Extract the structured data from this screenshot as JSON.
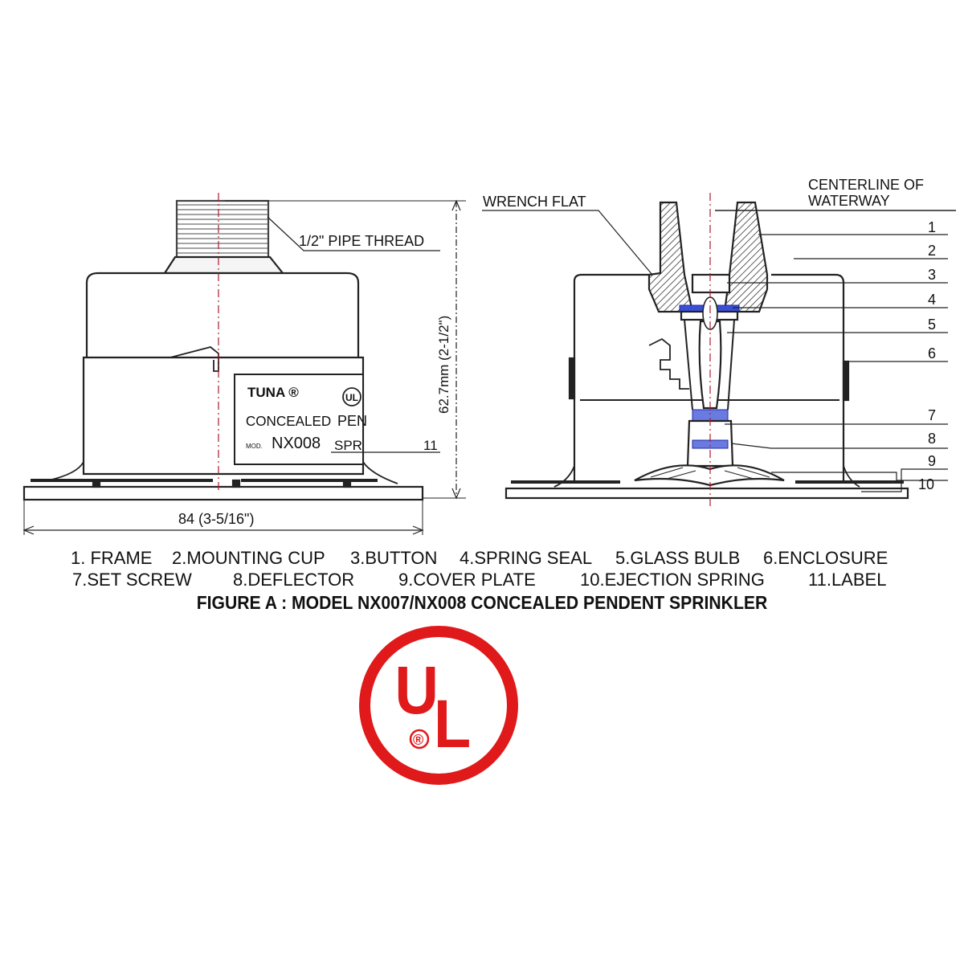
{
  "left_view": {
    "pipe_thread_label": "1/2\" PIPE THREAD",
    "height_dimension": "62.7mm (2-1/2\")",
    "width_dimension": "84 (3-5/16\")",
    "label_plate": {
      "brand": "TUNA ®",
      "line1": "CONCEALED",
      "line1_cut": "PEN",
      "model_prefix": "MOD.",
      "model": "NX008",
      "line2_cut": "SPR",
      "callout": "11"
    },
    "ul_small": "UL"
  },
  "right_view": {
    "wrench_flat_label": "WRENCH FLAT",
    "centerline_label_line1": "CENTERLINE OF",
    "centerline_label_line2": "WATERWAY",
    "callouts": [
      "1",
      "2",
      "3",
      "4",
      "5",
      "6",
      "7",
      "8",
      "9",
      "10"
    ]
  },
  "legend": {
    "row1": [
      "1. FRAME",
      "2.MOUNTING CUP",
      "3.BUTTON",
      "4.SPRING SEAL",
      "5.GLASS BULB",
      "6.ENCLOSURE"
    ],
    "row2": [
      "7.SET SCREW",
      "8.DEFLECTOR",
      "9.COVER PLATE",
      "10.EJECTION SPRING",
      "11.LABEL"
    ]
  },
  "caption": "FIGURE A : MODEL NX007/NX008 CONCEALED PENDENT SPRINKLER",
  "ul_logo": {
    "text": "UL",
    "registered_mark": "®",
    "color": "#e0191b"
  }
}
